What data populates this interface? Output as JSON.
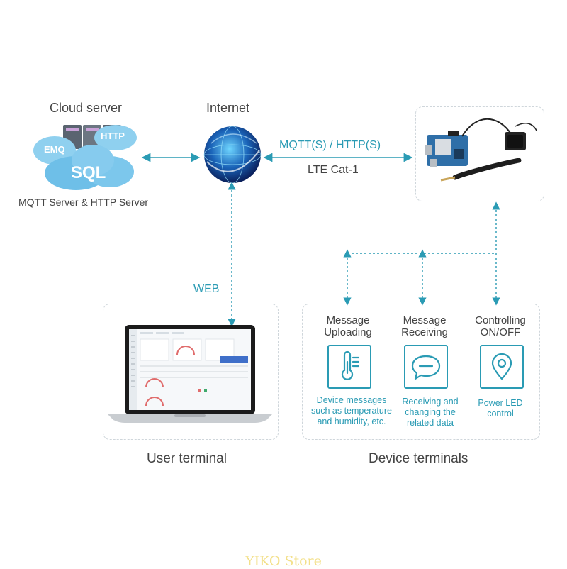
{
  "cloud": {
    "title": "Cloud server",
    "subtitle": "MQTT Server & HTTP Server",
    "badges": {
      "emq": "EMQ",
      "http": "HTTP",
      "sql": "SQL"
    }
  },
  "internet": {
    "title": "Internet"
  },
  "link": {
    "protocol": "MQTT(S) / HTTP(S)",
    "network": "LTE Cat-1"
  },
  "web_label": "WEB",
  "user_terminal": {
    "title": "User terminal"
  },
  "device_terminals": {
    "title": "Device terminals",
    "features": [
      {
        "title_line1": "Message",
        "title_line2": "Uploading",
        "desc1": "Device messages",
        "desc2": "such as temperature",
        "desc3": "and humidity, etc.",
        "icon": "thermometer-icon"
      },
      {
        "title_line1": "Message",
        "title_line2": "Receiving",
        "desc1": "Receiving and",
        "desc2": "changing the",
        "desc3": "related data",
        "icon": "chat-bubble-icon"
      },
      {
        "title_line1": "Controlling",
        "title_line2": "ON/OFF",
        "desc1": "Power LED",
        "desc2": "control",
        "desc3": "",
        "icon": "location-pin-icon"
      }
    ]
  },
  "watermark": "YIKO Store",
  "colors": {
    "accent": "#2a9bb4",
    "cloud": "#7cc4e8",
    "dash": "#cfd6db"
  }
}
